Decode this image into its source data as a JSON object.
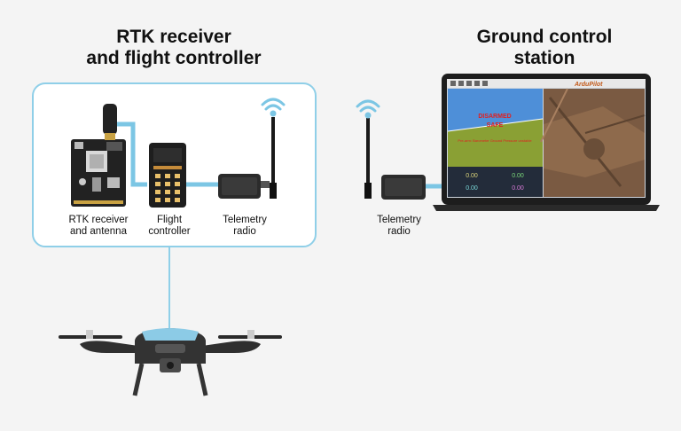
{
  "titles": {
    "left": [
      "RTK receiver",
      "and flight controller"
    ],
    "right": [
      "Ground control",
      "station"
    ]
  },
  "labels": {
    "rtk": [
      "RTK receiver",
      "and antenna"
    ],
    "flight_controller": [
      "Flight",
      "controller"
    ],
    "telemetry_left": [
      "Telemetry",
      "radio"
    ],
    "telemetry_right": [
      "Telemetry",
      "radio"
    ]
  },
  "gcs_screen": {
    "toolbar_brand": "ArduPilot",
    "status_top": "DISARMED",
    "status_bottom": "SAFE",
    "warning": "Pre-arm: Barometer Ground Pressure unstable",
    "readouts": [
      "0.00",
      "0.00",
      "0.00",
      "0.00"
    ]
  },
  "colors": {
    "cable": "#7cc6e4",
    "panel_border": "#8fcfe8",
    "device_dark": "#2b2b2b",
    "background": "#f4f4f4"
  }
}
